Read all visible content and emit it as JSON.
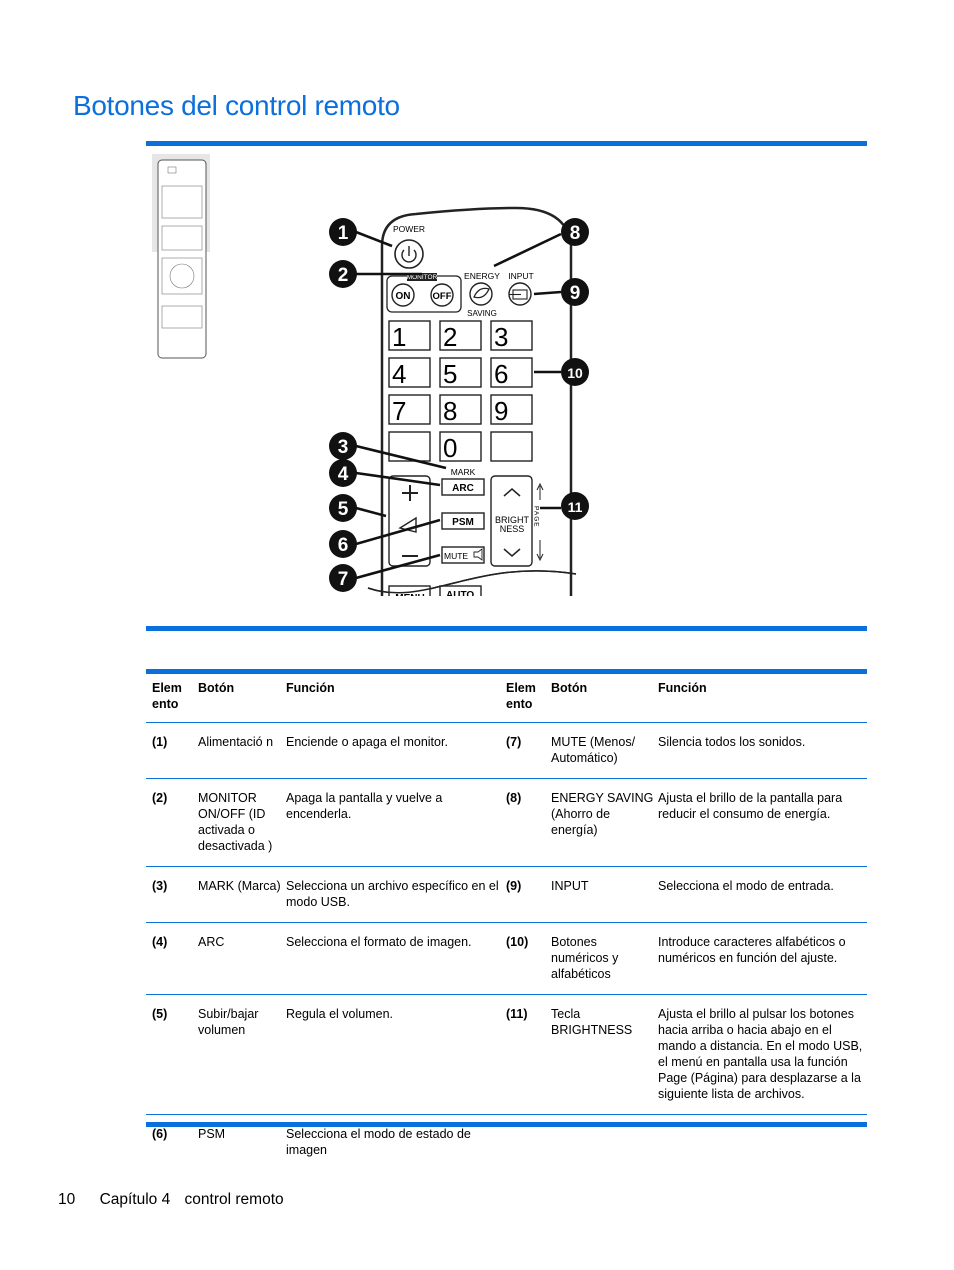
{
  "title": "Botones del control remoto",
  "figure": {
    "remote_labels": {
      "power": "POWER",
      "monitor": "MONITOR",
      "on": "ON",
      "off": "OFF",
      "energy": "ENERGY",
      "saving": "SAVING",
      "input": "INPUT",
      "mark": "MARK",
      "arc": "ARC",
      "psm": "PSM",
      "mute": "MUTE",
      "bright": "BRIGHT",
      "ness": "NESS",
      "menu": "MENU",
      "auto": "AUTO",
      "page": "PAGE"
    },
    "digits": [
      "1",
      "2",
      "3",
      "4",
      "5",
      "6",
      "7",
      "8",
      "9",
      "",
      "0",
      ""
    ],
    "callouts": [
      "1",
      "2",
      "3",
      "4",
      "5",
      "6",
      "7",
      "8",
      "9",
      "10",
      "11"
    ]
  },
  "table": {
    "headers": [
      "Elem ento",
      "Botón",
      "Función",
      "Elem ento",
      "Botón",
      "Función"
    ],
    "rows": [
      {
        "n1": "(1)",
        "b1": "Alimentació n",
        "f1": "Enciende o apaga el monitor.",
        "n2": "(7)",
        "b2": "MUTE (Menos/ Automático)",
        "f2": "Silencia todos los sonidos."
      },
      {
        "n1": "(2)",
        "b1": "MONITOR ON/OFF (ID activada o desactivada )",
        "f1": "Apaga la pantalla y vuelve a encenderla.",
        "n2": "(8)",
        "b2": "ENERGY SAVING (Ahorro de energía)",
        "f2": "Ajusta el brillo de la pantalla para reducir el consumo de energía."
      },
      {
        "n1": "(3)",
        "b1": "MARK (Marca)",
        "f1": "Selecciona un archivo específico en el modo USB.",
        "n2": "(9)",
        "b2": "INPUT",
        "f2": "Selecciona el modo de entrada."
      },
      {
        "n1": "(4)",
        "b1": "ARC",
        "f1": "Selecciona el formato de imagen.",
        "n2": "(10)",
        "b2": "Botones numéricos y alfabéticos",
        "f2": "Introduce caracteres alfabéticos o numéricos en función del ajuste."
      },
      {
        "n1": "(5)",
        "b1": "Subir/bajar volumen",
        "f1": "Regula el volumen.",
        "n2": "(11)",
        "b2": "Tecla BRIGHTNESS",
        "f2": "Ajusta el brillo al pulsar los botones hacia arriba o hacia abajo en el mando a distancia. En el modo USB, el menú en pantalla usa la función Page (Página) para desplazarse a la siguiente lista de archivos."
      },
      {
        "n1": "(6)",
        "b1": "PSM",
        "f1": "Selecciona el modo de estado de imagen",
        "n2": "",
        "b2": "",
        "f2": ""
      }
    ]
  },
  "footer": {
    "page_number": "10",
    "chapter": "Capítulo 4",
    "section": "control remoto"
  },
  "colors": {
    "accent": "#0b6fdc"
  }
}
